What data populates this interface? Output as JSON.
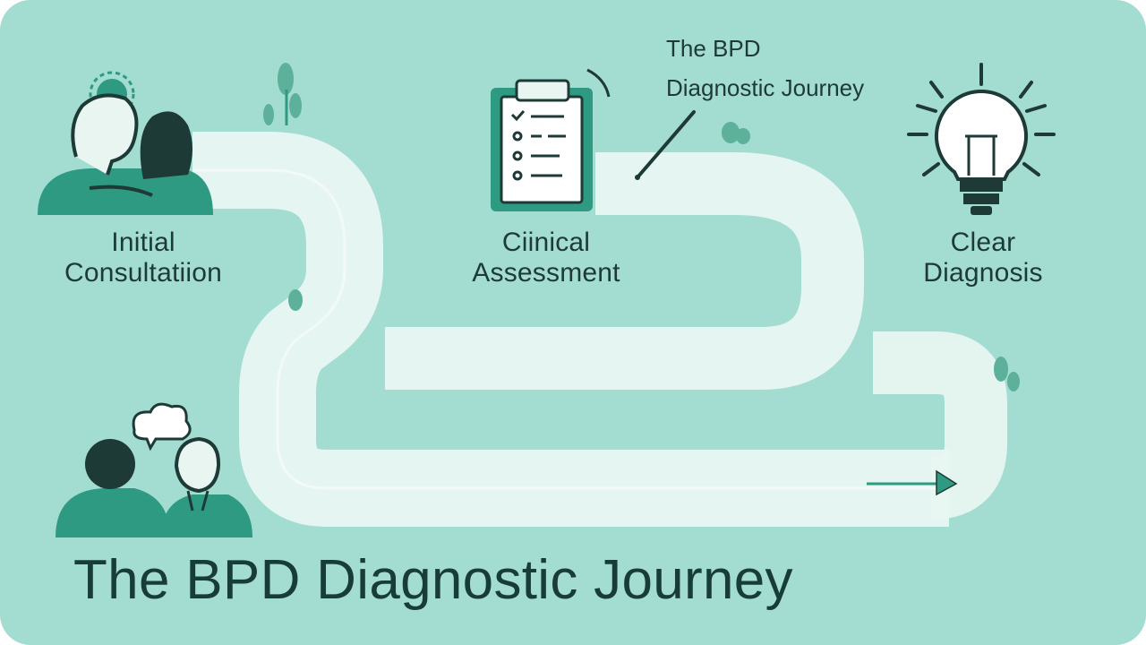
{
  "title": "The BPD Diagnostic Journey",
  "annotation": {
    "line1": "The BPD",
    "line2": "Diagnostic Journey"
  },
  "steps": [
    {
      "line1": "Initial",
      "line2": "Consultatiion",
      "icon": "consultation-people-icon"
    },
    {
      "line1": "Ciinical",
      "line2": "Assessment",
      "icon": "clipboard-checklist-icon"
    },
    {
      "line1": "Clear",
      "line2": "Diagnosis",
      "icon": "lightbulb-icon"
    }
  ],
  "decorations": [
    "speech-bubble-people-icon",
    "arrow-right-icon",
    "plant-icon"
  ],
  "colors": {
    "background": "#a3dcd0",
    "path": "#eef8f5",
    "accent": "#2e9a82",
    "text": "#1d3a37"
  }
}
